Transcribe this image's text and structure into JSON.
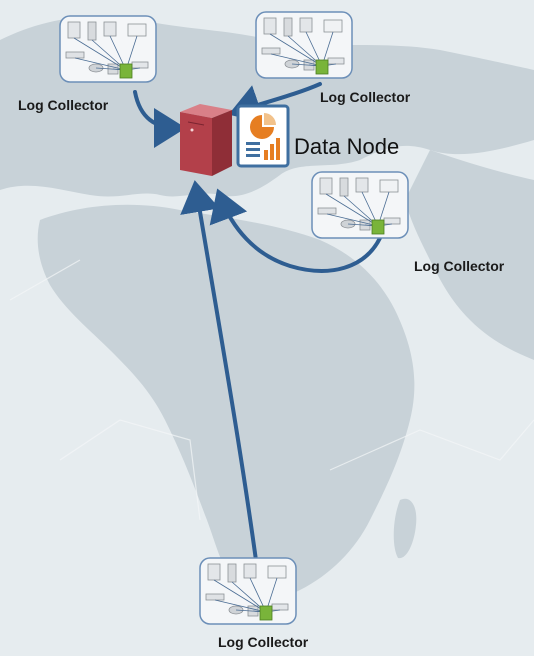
{
  "diagram": {
    "data_node": {
      "label": "Data Node"
    },
    "collectors": [
      {
        "id": "top-left",
        "label": "Log Collector"
      },
      {
        "id": "top-right",
        "label": "Log Collector"
      },
      {
        "id": "middle-right",
        "label": "Log Collector"
      },
      {
        "id": "bottom",
        "label": "Log Collector"
      }
    ],
    "colors": {
      "arrow": "#2e5d91",
      "server": "#b3404a",
      "box_border": "#6c8fb8",
      "hub": "#79b43a",
      "map_land": "#c8d2d8",
      "map_sea": "#e6ecef"
    }
  }
}
